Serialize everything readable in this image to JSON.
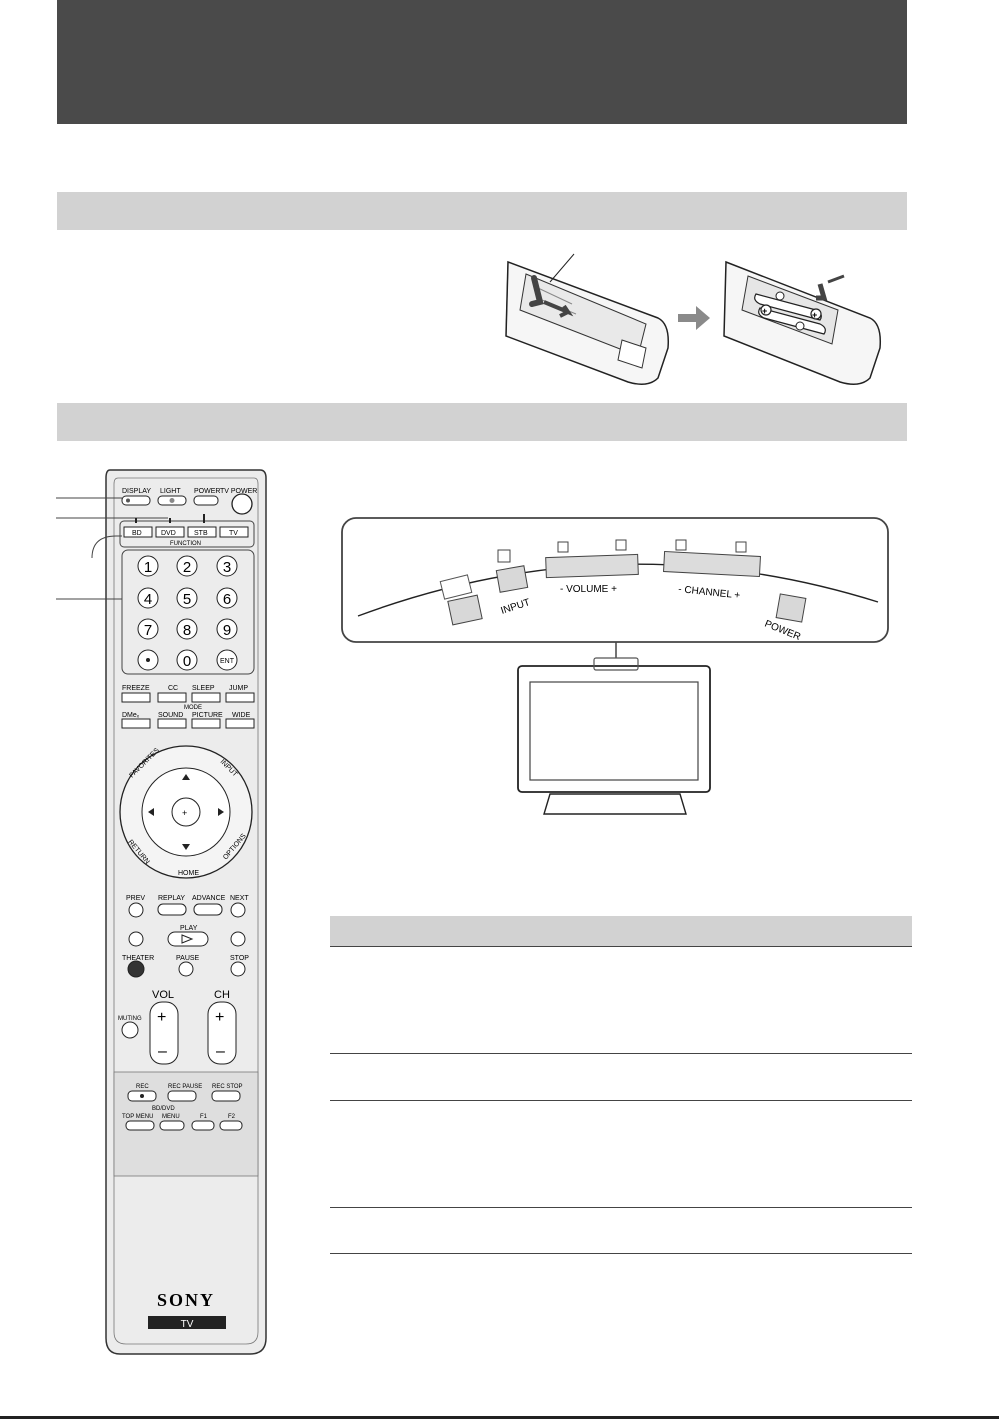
{
  "remote": {
    "display": "DISPLAY",
    "light": "LIGHT",
    "power": "POWER",
    "tv_power": "TV POWER",
    "function_label": "FUNCTION",
    "functions": [
      "BD",
      "DVD",
      "STB",
      "TV"
    ],
    "digits": [
      "1",
      "2",
      "3",
      "4",
      "5",
      "6",
      "7",
      "8",
      "9",
      "0"
    ],
    "ent": "ENT",
    "freeze": "FREEZE",
    "cc": "CC",
    "sleep": "SLEEP",
    "jump": "JUMP",
    "mode_label": "MODE",
    "dmex": "DMeₓ",
    "sound": "SOUND",
    "picture": "PICTURE",
    "wide": "WIDE",
    "favorites": "FAVORITES",
    "input": "INPUT",
    "return": "RETURN",
    "options": "OPTIONS",
    "home": "HOME",
    "prev": "PREV",
    "replay": "REPLAY",
    "advance": "ADVANCE",
    "next": "NEXT",
    "play": "PLAY",
    "theater": "THEATER",
    "pause": "PAUSE",
    "stop": "STOP",
    "vol": "VOL",
    "ch": "CH",
    "muting": "MUTING",
    "rec": "REC",
    "rec_pause": "REC PAUSE",
    "rec_stop": "REC STOP",
    "bd_dvd_label": "BD/DVD",
    "top_menu": "TOP MENU",
    "menu": "MENU",
    "f1": "F1",
    "f2": "F2",
    "brand": "SONY",
    "tv_badge": "TV"
  },
  "tv_panel": {
    "input": "INPUT",
    "volume": "- VOLUME +",
    "channel": "- CHANNEL +",
    "power": "POWER"
  },
  "colors": {
    "title_block": "#4a4a4a",
    "section_bar": "#d2d2d2",
    "remote_body": "#ececec"
  }
}
